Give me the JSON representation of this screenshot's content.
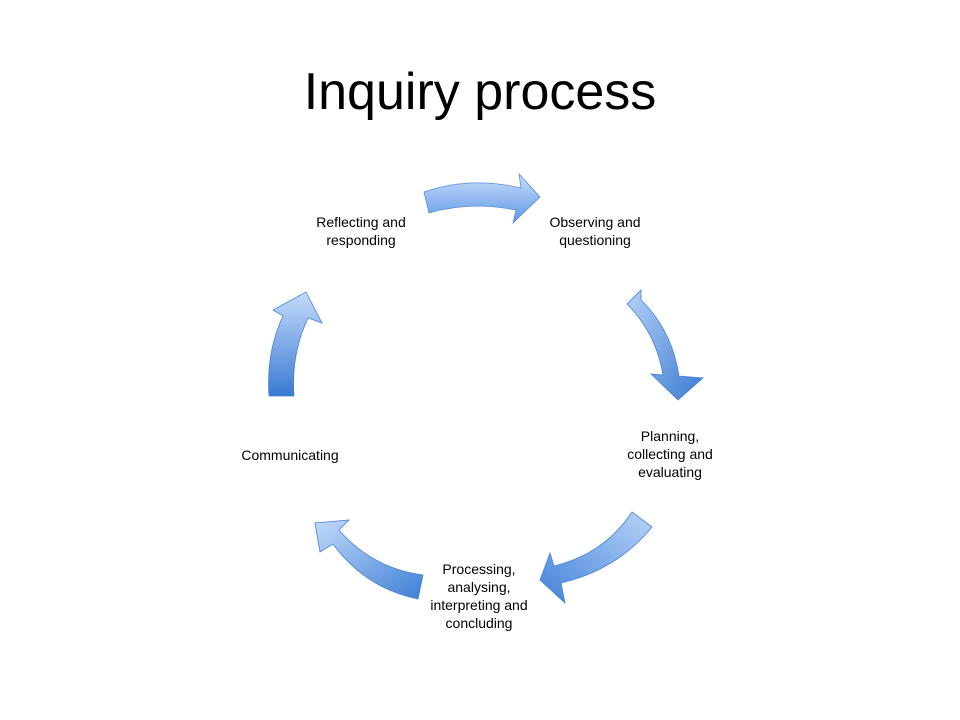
{
  "slide": {
    "title": "Inquiry process"
  },
  "cycle": {
    "steps": [
      {
        "label": "Observing and\nquestioning"
      },
      {
        "label": "Planning,\ncollecting and\nevaluating"
      },
      {
        "label": "Processing,\nanalysing,\ninterpreting and\nconcluding"
      },
      {
        "label": "Communicating"
      },
      {
        "label": "Reflecting and\nresponding"
      }
    ]
  },
  "colors": {
    "arrow_light": "#b3d2fb",
    "arrow_dark": "#3f7fd6",
    "background": "#ffffff",
    "text": "#000000"
  }
}
